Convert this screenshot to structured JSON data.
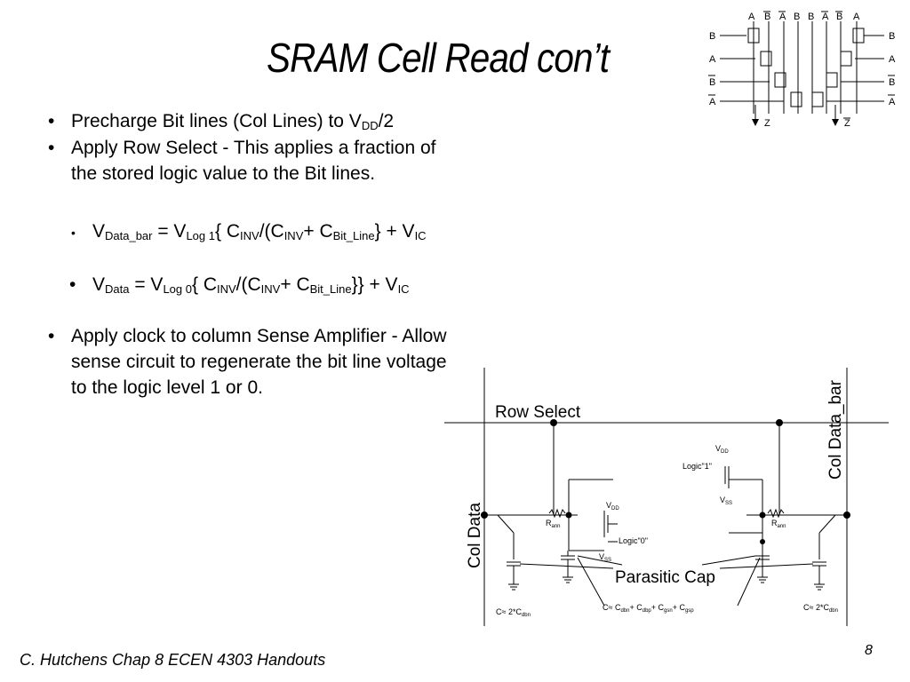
{
  "slide": {
    "title": "SRAM Cell  Read con’t",
    "bullets": {
      "b1": {
        "text": "Precharge Bit lines (Col Lines) to V",
        "sub": "DD",
        "tail": "/2"
      },
      "b2": {
        "line1": "Apply Row Select - This applies a fraction of",
        "line2": "the stored logic value to the Bit lines."
      },
      "eq1": {
        "v": "V",
        "vsub": "Data_bar",
        "eq": " = V",
        "logsub": "Log 1",
        "p1": "{ C",
        "inv1": "INV",
        "p2": "/(C",
        "inv2": "INV",
        "p3": "+ C",
        "bl": "Bit_Line",
        "p4": "} + V",
        "ic": "IC"
      },
      "eq2": {
        "v": "V",
        "vsub": "Data",
        "eq": " = V",
        "logsub": "Log 0",
        "p1": "{ C",
        "inv1": "INV",
        "p2": "/(C",
        "inv2": "INV",
        "p3": "+ C",
        "bl": "Bit_Line",
        "p4": "}} + V",
        "ic": "IC"
      },
      "b3": {
        "line1": "Apply clock to column Sense Amplifier - Allow",
        "line2": "sense circuit to regenerate the bit line voltage",
        "line3": "to the logic level 1 or 0."
      }
    },
    "footer": "C. Hutchens Chap 8 ECEN 4303 Handouts",
    "page_number": "8"
  },
  "gate_diagram": {
    "top_labels": [
      "A",
      "B",
      "A",
      "B",
      "B",
      "A",
      "B",
      "A"
    ],
    "left_labels": [
      "B",
      "A",
      "B",
      "A"
    ],
    "right_labels": [
      "B",
      "A",
      "B",
      "A"
    ],
    "out_left": "Z",
    "out_right": "Z"
  },
  "circuit": {
    "row_select": "Row Select",
    "col_data": "Col Data",
    "col_data_bar": "Col Data_bar",
    "parasitic_cap": "Parasitic Cap",
    "vdd_left": "V",
    "vdd_left_sub": "DD",
    "vss_left": "V",
    "vss_left_sub": "SS",
    "logic0": "Logic\"0\"",
    "vdd_right": "V",
    "vdd_right_sub": "DD",
    "vss_right": "V",
    "vss_right_sub": "SS",
    "logic1": "Logic\"1\"",
    "r_left": "R",
    "r_left_sub": "ann",
    "r_right": "R",
    "r_right_sub": "ann",
    "c_left": "C≈ 2*C",
    "c_left_sub": "dbn",
    "c_right": "C≈ 2*C",
    "c_right_sub": "dbn",
    "c_mid_prefix": "C≈ C",
    "c_mid_s1": "dbn",
    "c_mid_p2": "+ C",
    "c_mid_s2": "dbp",
    "c_mid_p3": "+ C",
    "c_mid_s3": "gsn",
    "c_mid_p4": "+ C",
    "c_mid_s4": "gsp"
  }
}
